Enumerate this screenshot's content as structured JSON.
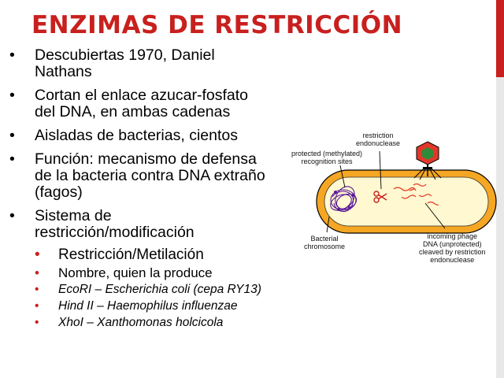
{
  "slide": {
    "title": "ENZIMAS DE RESTRICCIÓN",
    "bullet_glyph": "•",
    "bullets": [
      {
        "lines": [
          "Descubiertas 1970, Daniel",
          "Nathans"
        ]
      },
      {
        "lines": [
          "Cortan el enlace azucar-fosfato",
          "del DNA, en ambas cadenas"
        ]
      },
      {
        "lines": [
          "Aisladas de bacterias, cientos"
        ]
      },
      {
        "lines": [
          "Función: mecanismo de defensa",
          "de la bacteria contra DNA extraño",
          "(fagos)"
        ]
      },
      {
        "lines": [
          "Sistema de",
          "restricción/modificación"
        ]
      }
    ],
    "sub_bullets": [
      {
        "text": "Restricción/Metilación"
      },
      {
        "text": "Nombre, quien la produce"
      },
      {
        "name": "EcoRI",
        "dash": " – ",
        "organism": "Escherichia coli (cepa RY13)"
      },
      {
        "name": "Hind II",
        "dash": " – ",
        "organism": "Haemophilus influenzae"
      },
      {
        "name": "XhoI",
        "dash": " – ",
        "organism": "Xanthomonas holcicola"
      }
    ]
  },
  "figure": {
    "labels": {
      "restriction_endonuclease": [
        "restriction",
        "endonuclease"
      ],
      "protected_sites": [
        "protected (methylated)",
        "recognition sites"
      ],
      "bacterial_chromosome": [
        "Bacterial",
        "chromosome"
      ],
      "incoming_phage": [
        "incoming phage",
        "DNA (unprotected)",
        "cleaved by restriction",
        "endonuclease"
      ]
    },
    "colors": {
      "cell_fill": "#f5a623",
      "cell_inner": "#fff8d0",
      "chromosome": "#5a1a9a",
      "phage_dna": "#e63a2a",
      "phage_head": "#e2382a",
      "phage_core": "#2e8b3a",
      "accent": "#c8201e"
    }
  }
}
